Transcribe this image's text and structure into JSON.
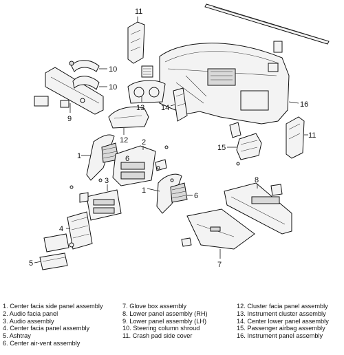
{
  "callouts": {
    "c11_top": "11",
    "c10_a": "10",
    "c10_b": "10",
    "c13": "13",
    "c14": "14",
    "c16": "16",
    "c9": "9",
    "c12": "12",
    "c11_right": "11",
    "c15": "15",
    "c2": "2",
    "c1_left": "1",
    "c6_left": "6",
    "c3": "3",
    "c1_right": "1",
    "c6_right": "6",
    "c8": "8",
    "c4": "4",
    "c5": "5",
    "c7": "7"
  },
  "legend": {
    "col1": [
      "1.  Center facia side panel assembly",
      "2.  Audio facia panel",
      "3.  Audio assembly",
      "4.  Center facia panel assembly",
      "5.  Ashtray",
      "6.  Center air-vent assembly"
    ],
    "col2": [
      "7.  Glove box assembly",
      "8.  Lower panel assembly (RH)",
      "9.  Lower panel assembly (LH)",
      "10.  Steering column shroud",
      "11.  Crash pad side cover"
    ],
    "col3": [
      "12.  Cluster facia panel assembly",
      "13.  Instrument cluster assembly",
      "14.  Center lower panel assembly",
      "15.  Passenger airbag assembly",
      "16.  Instrument panel assembly"
    ]
  }
}
